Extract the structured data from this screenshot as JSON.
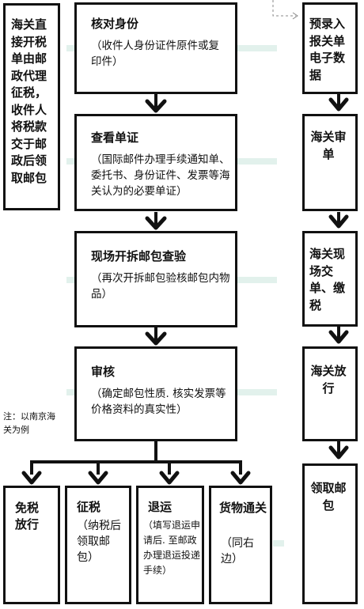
{
  "left_panel": {
    "text": "海关直接开税单由邮政代理征税，收件人将税款交于邮政后领取邮包"
  },
  "main_steps": [
    {
      "title": "核对身份",
      "desc": "（收件人身份证件原件或复印件）"
    },
    {
      "title": "查看单证",
      "desc": "（国际邮件办理手续通知单、委托书、身份证件、发票等海关认为的必要单证）"
    },
    {
      "title": "现场开拆邮包查验",
      "desc": "（再次开拆邮包验核邮包内物品）"
    },
    {
      "title": "审核",
      "desc": "（确定邮包性质. 核实发票等价格资料的真实性）"
    }
  ],
  "outcomes": [
    {
      "title": "免税放行",
      "desc": ""
    },
    {
      "title": "征税",
      "desc": "（纳税后领取邮包）"
    },
    {
      "title": "退运",
      "desc": "（填写退运申请后. 至邮政办理退运投递手续）"
    },
    {
      "title": "货物通关",
      "desc": "（同右边）"
    }
  ],
  "right_steps": [
    {
      "text": "预录入报关单电子数据"
    },
    {
      "text": "海关审单"
    },
    {
      "text": "海关现场交单、缴税"
    },
    {
      "text": "海关放行"
    },
    {
      "text": "领取邮包"
    }
  ],
  "note": "注：以南京海关为例"
}
